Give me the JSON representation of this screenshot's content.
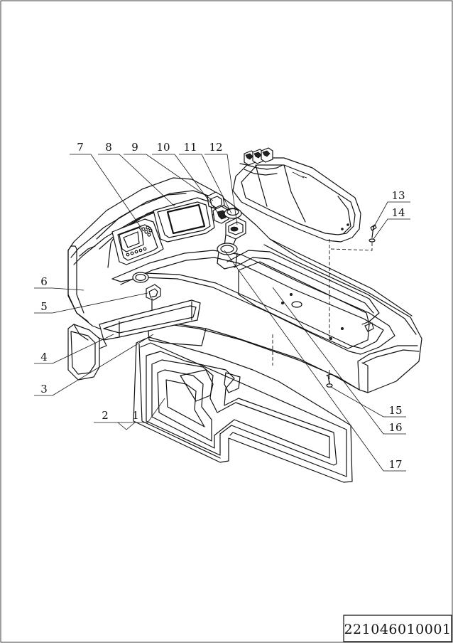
{
  "callouts": [
    {
      "label": "1"
    },
    {
      "label": "2"
    },
    {
      "label": "3"
    },
    {
      "label": "4"
    },
    {
      "label": "5"
    },
    {
      "label": "6"
    },
    {
      "label": "7"
    },
    {
      "label": "8"
    },
    {
      "label": "9"
    },
    {
      "label": "10"
    },
    {
      "label": "11"
    },
    {
      "label": "12"
    },
    {
      "label": "13"
    },
    {
      "label": "14"
    },
    {
      "label": "15"
    },
    {
      "label": "16"
    },
    {
      "label": "17"
    }
  ],
  "drawing_number": "221046010001",
  "colors": {
    "ink": "#111111",
    "paper": "#ffffff"
  }
}
